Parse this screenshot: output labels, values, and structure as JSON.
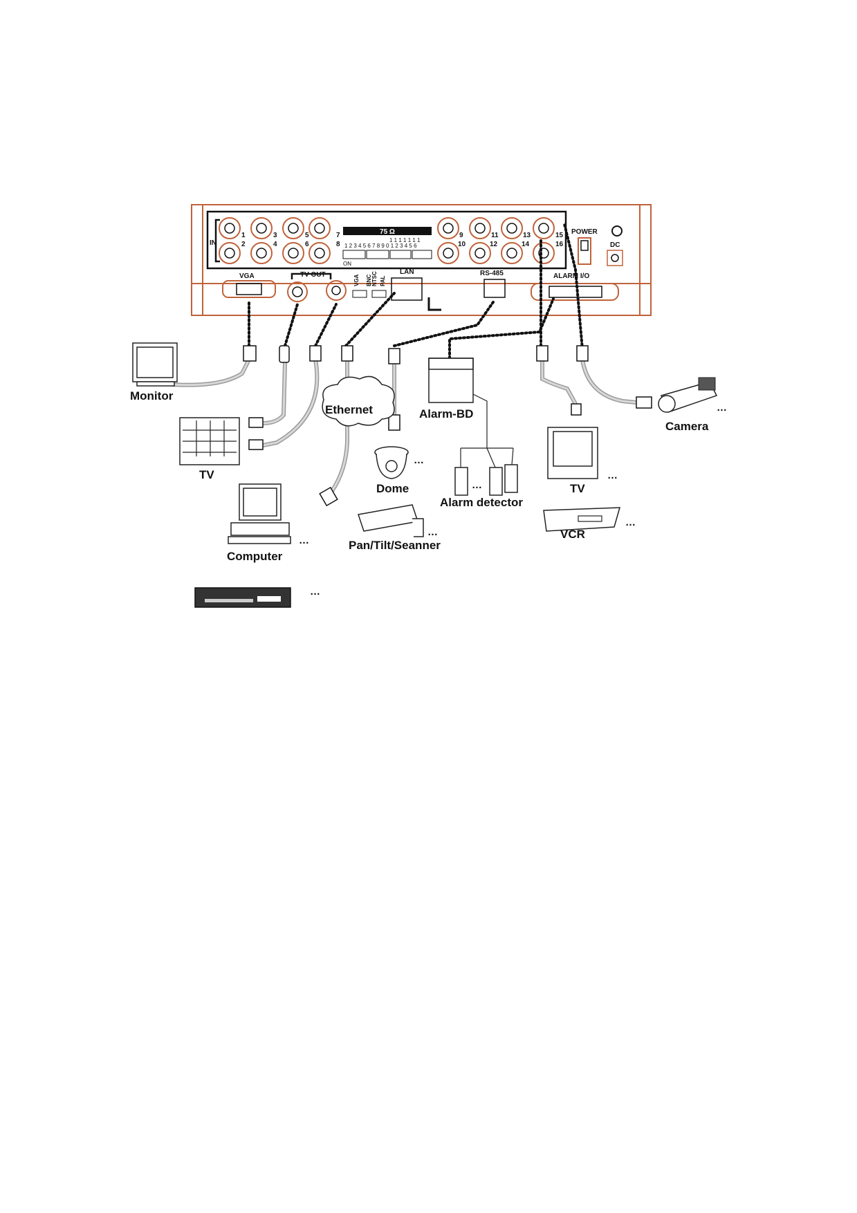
{
  "panel": {
    "ohm_label": "75 Ω",
    "in_label": "IN",
    "input_numbers_top": [
      "1",
      "3",
      "5",
      "7",
      "9",
      "11",
      "13",
      "15"
    ],
    "input_numbers_bottom": [
      "2",
      "4",
      "6",
      "8",
      "10",
      "12",
      "14",
      "16"
    ],
    "dip_numbers_row1": "1 1 1 1 1 1 1",
    "dip_numbers_row2": "1 2 3 4 5 6 7 8 9 0 1 2 3 4 5 6",
    "dip_on_label": "ON",
    "power_label": "POWER",
    "dc_label": "DC",
    "vga_label": "VGA",
    "tv_out_label": "TV OUT",
    "switch_vga_label": "VGA",
    "switch_bnc_label": "BNC",
    "switch_ntsc_label": "NTSC",
    "switch_pal_label": "PAL",
    "lan_label": "LAN",
    "rs485_label": "RS-485",
    "alarm_io_label": "ALARM I/O"
  },
  "devices": {
    "monitor": "Monitor",
    "tv_left": "TV",
    "ethernet": "Ethernet",
    "computer": "Computer",
    "dome": "Dome",
    "pan_tilt": "Pan/Tilt/Seanner",
    "alarm_bd": "Alarm-BD",
    "alarm_detector": "Alarm detector",
    "tv_right": "TV",
    "vcr": "VCR",
    "camera": "Camera"
  },
  "ellipsis": "…"
}
